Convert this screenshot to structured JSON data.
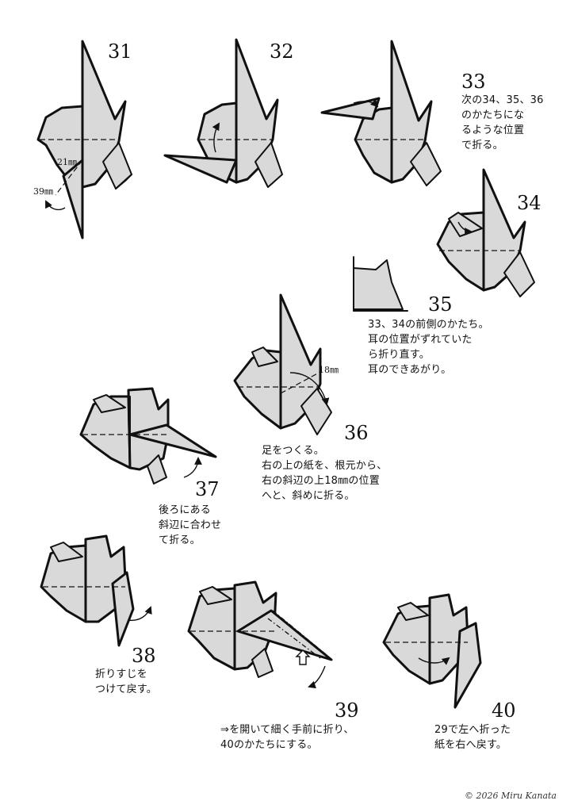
{
  "steps": [
    {
      "number": "31"
    },
    {
      "number": "32"
    },
    {
      "number": "33",
      "text": "次の34、35、36\nのかたちにな\nるような位置\nで折る。"
    },
    {
      "number": "34"
    },
    {
      "number": "35",
      "text": "33、34の前側のかたち。\n耳の位置がずれていた\nら折り直す。\n耳のできあがり。"
    },
    {
      "number": "36",
      "text": "足をつくる。\n右の上の紙を、根元から、\n右の斜辺の上18㎜の位置\nへと、斜めに折る。"
    },
    {
      "number": "37",
      "text": "後ろにある\n斜辺に合わせ\nて折る。"
    },
    {
      "number": "38",
      "text": "折りすじを\nつけて戻す。"
    },
    {
      "number": "39",
      "text": "⇒を開いて細く手前に折り、\n40のかたちにする。"
    },
    {
      "number": "40",
      "text": "29で左へ折った\n紙を右へ戻す。"
    }
  ],
  "measurements": {
    "step31_a": "21㎜",
    "step31_b": "39㎜",
    "step36": "18㎜"
  },
  "copyright": "© 2026 Miru Kanata",
  "colors": {
    "paper": "#d9d9d9",
    "line": "#111111"
  }
}
